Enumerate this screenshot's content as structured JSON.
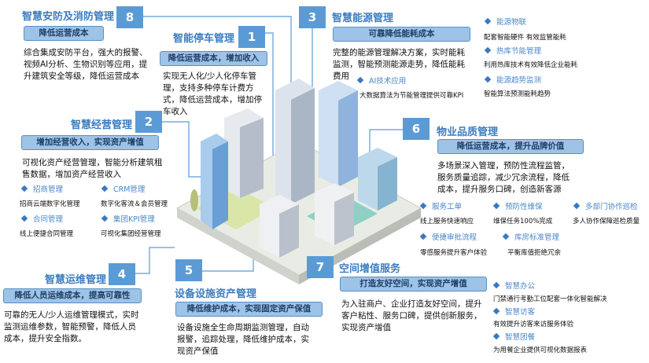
{
  "colors": {
    "accent": "#5b9bd5",
    "title": "#3c7dc0",
    "pill": "#9dc3e6",
    "line": "#5b9bd5"
  },
  "sections": [
    {
      "id": "8",
      "number": "8",
      "title": "智慧安防及消防管理",
      "tagline": "降低运营成本",
      "description": "综合集成安防平台，强大的报警、视频AI分析、生物识别等应用，提升建筑安全等级，降低运营成本",
      "items": []
    },
    {
      "id": "1",
      "number": "1",
      "title": "智能停车管理",
      "tagline": "降低运营成本，增加收入",
      "description": "实现无人化/少人化停车管理，支持多种停车计费方式，降低运营成本，增加停车收入",
      "items": []
    },
    {
      "id": "3",
      "number": "3",
      "title": "智慧能源管理",
      "tagline": "可靠降低能耗成本",
      "description": "完整的能源管理解决方案，实时能耗监测，智能预测能源走势，降低能耗费用",
      "items": [
        {
          "label": "AI技术应用",
          "text": "大数据算法为节能管理提供可靠KPI"
        },
        {
          "label": "能源物联",
          "text": "配套智能硬件 有效监管能耗"
        },
        {
          "label": "热库节能管理",
          "text": "利用热库技术有效降低企业能耗"
        },
        {
          "label": "能源趋势监测",
          "text": "智能算法预测能耗趋势"
        }
      ]
    },
    {
      "id": "2",
      "number": "2",
      "title": "智慧经营管理",
      "tagline": "增加经营收入，实现资产增值",
      "description": "可视化资产经营管理，智能分析建筑租售数据，增加资产经营收入",
      "items": [
        {
          "label": "招商管理",
          "text": "招商云端数字化管理"
        },
        {
          "label": "CRM管理",
          "text": "数字化客流＆会员管理"
        },
        {
          "label": "合同管理",
          "text": "线上便捷合同管理"
        },
        {
          "label": "集团KPI管理",
          "text": "可视化集团经营管理"
        }
      ]
    },
    {
      "id": "6",
      "number": "6",
      "title": "物业品质管理",
      "tagline": "降低运营成本，提升品牌价值",
      "description": "多场景深入管理，预防性流程监管，服务质量追踪，减少冗余流程，降低成本，提升服务口碑，创造新客源",
      "items": [
        {
          "label": "服务工单",
          "text": "线上服务快速响应"
        },
        {
          "label": "预防性维保",
          "text": "维保任务100%完成"
        },
        {
          "label": "多部门协作巡检",
          "text": "多人协作保障巡检质量"
        },
        {
          "label": "便捷审批流程",
          "text": "零感服务提升客户体验"
        },
        {
          "label": "库房标准管理",
          "text": "平衡库值拒绝冗余"
        }
      ]
    },
    {
      "id": "4",
      "number": "4",
      "title": "智慧运维管理",
      "tagline": "降低人员运维成本，提高可靠性",
      "description": "可靠的无人/少人运维管理模式，实时监测运维参数，智能预警，降低人员成本，提升安全指数。",
      "items": []
    },
    {
      "id": "5",
      "number": "5",
      "title": "设备设施资产管理",
      "tagline": "降低维护成本，实现固定资产保值",
      "description": "设备设施全生命周期监测管理，自动报警，追踪处理，降低维护成本，实现资产保值",
      "items": []
    },
    {
      "id": "7",
      "number": "7",
      "title": "空间增值服务",
      "tagline": "打造友好空间，实现资产增值",
      "description": "为入驻商户、企业打造友好空间，提升客户粘性、服务口碑，提供创新服务，实现资产增值",
      "items": [
        {
          "label": "智慧办公",
          "text": "门禁通行考勤工位配套一体化智能解决"
        },
        {
          "label": "智慧访客",
          "text": "有效提升访客来访服务体验"
        },
        {
          "label": "智慧团餐",
          "text": "为用餐企业提供可视化数据报表"
        }
      ]
    }
  ]
}
